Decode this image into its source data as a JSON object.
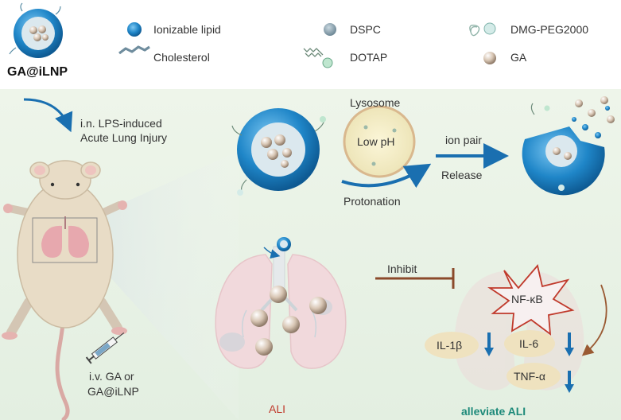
{
  "legend": {
    "ionizable_lipid": "Ionizable lipid",
    "dspc": "DSPC",
    "dmg_peg": "DMG-PEG2000",
    "cholesterol": "Cholesterol",
    "dotap": "DOTAP",
    "ga": "GA"
  },
  "nanoparticle_label": "GA@iLNP",
  "mouse": {
    "induction": "i.n. LPS-induced",
    "injury": "Acute Lung Injury",
    "injection_line1": "i.v. GA or",
    "injection_line2": "GA@iLNP"
  },
  "mechanism": {
    "lysosome": "Lysosome",
    "low_ph": "Low pH",
    "protonation": "Protonation",
    "ion_pair": "ion pair",
    "release": "Release"
  },
  "lung": {
    "ali": "ALI",
    "inhibit": "Inhibit",
    "nfkb": "NF-κB",
    "il1b": "IL-1β",
    "il6": "IL-6",
    "tnfa": "TNF-α",
    "alleviate": "alleviate ALI"
  },
  "colors": {
    "lipid_blue": "#1f86c8",
    "ga_bead": "#d8c6b4",
    "ali_red": "#c0392b",
    "alleviate_green": "#1e8a7a",
    "inhibit_brown": "#8b4a2b",
    "arrow_blue": "#1a6fb0",
    "cytokine_bg": "#efe2bf"
  }
}
